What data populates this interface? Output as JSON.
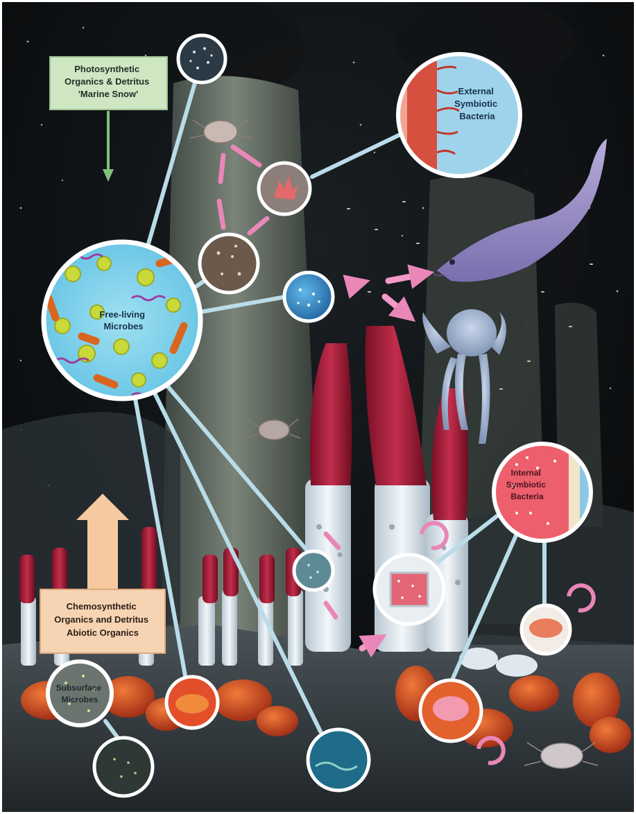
{
  "labels": {
    "marine_snow": [
      "Photosynthetic",
      "Organics & Detritus",
      "'Marine Snow'"
    ],
    "external_bacteria": [
      "External",
      "Symbiotic",
      "Bacteria"
    ],
    "free_living": [
      "Free-living",
      "Microbes"
    ],
    "internal_bacteria": [
      "Internal",
      "Symbiotic",
      "Bacteria"
    ],
    "chemosynthetic": [
      "Chemosynthetic",
      "Organics and Detritus",
      "Abiotic Organics"
    ],
    "subsurface": [
      "Subsurface",
      "Microbes"
    ]
  },
  "colors": {
    "background": "#0b0d0f",
    "rock": "#3a4348",
    "chimney": "#5a6660",
    "tubeworm_plume": "#a8203c",
    "tube": "#dfe8ee",
    "connector": "#b9dce8",
    "food_link": "#e987b8",
    "marine_snow_box": "#cfe6c2",
    "chemo_box": "#f6d3b3",
    "chemo_arrow": "#f6c9a0",
    "snow_arrow": "#7ec27a",
    "fish": "#9a8ec8",
    "octopus": "#a9bad6"
  },
  "icons": [
    "crab-icon",
    "octopus-icon",
    "eelpout-fish-icon",
    "tubeworm-icon",
    "clam-icon",
    "recycling-arrow-icon"
  ]
}
